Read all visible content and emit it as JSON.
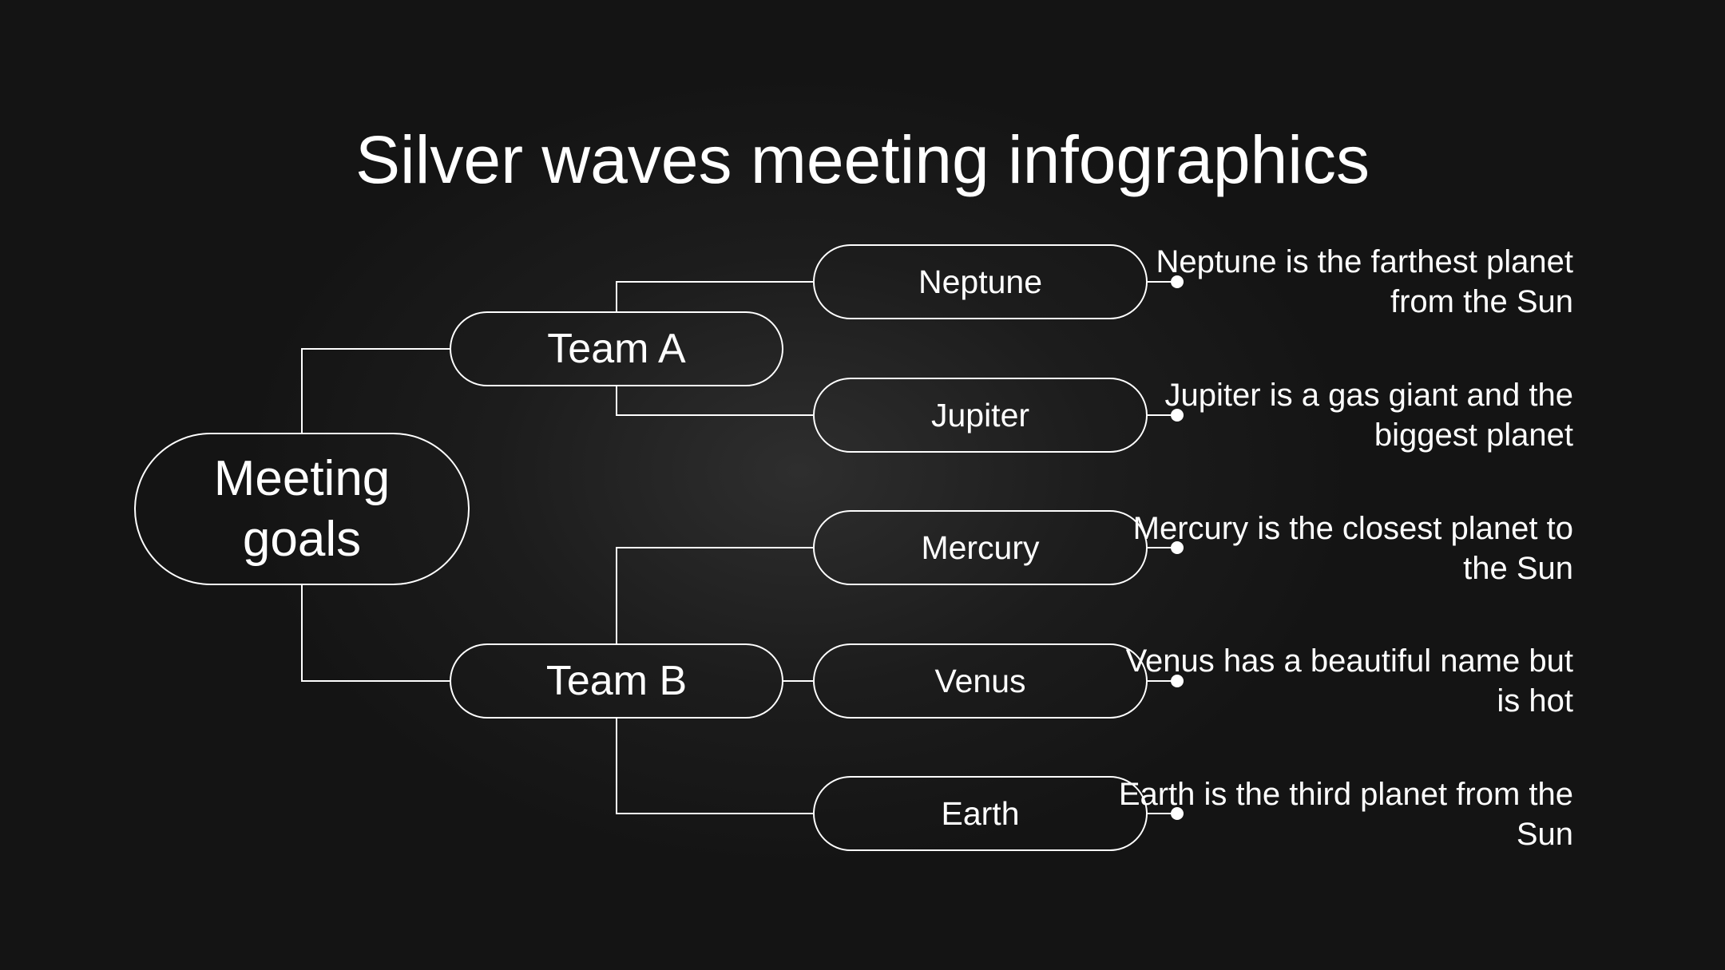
{
  "title": "Silver waves meeting infographics",
  "root": {
    "label": "Meeting goals"
  },
  "teams": [
    {
      "label": "Team A"
    },
    {
      "label": "Team B"
    }
  ],
  "items": [
    {
      "label": "Neptune",
      "description": "Neptune is the farthest planet from the Sun"
    },
    {
      "label": "Jupiter",
      "description": "Jupiter is a gas giant and the biggest planet"
    },
    {
      "label": "Mercury",
      "description": "Mercury is the closest planet to the Sun"
    },
    {
      "label": "Venus",
      "description": "Venus has a beautiful name but is hot"
    },
    {
      "label": "Earth",
      "description": "Earth is the third planet from the Sun"
    }
  ],
  "colors": {
    "background": "#141414",
    "foreground": "#ffffff"
  }
}
